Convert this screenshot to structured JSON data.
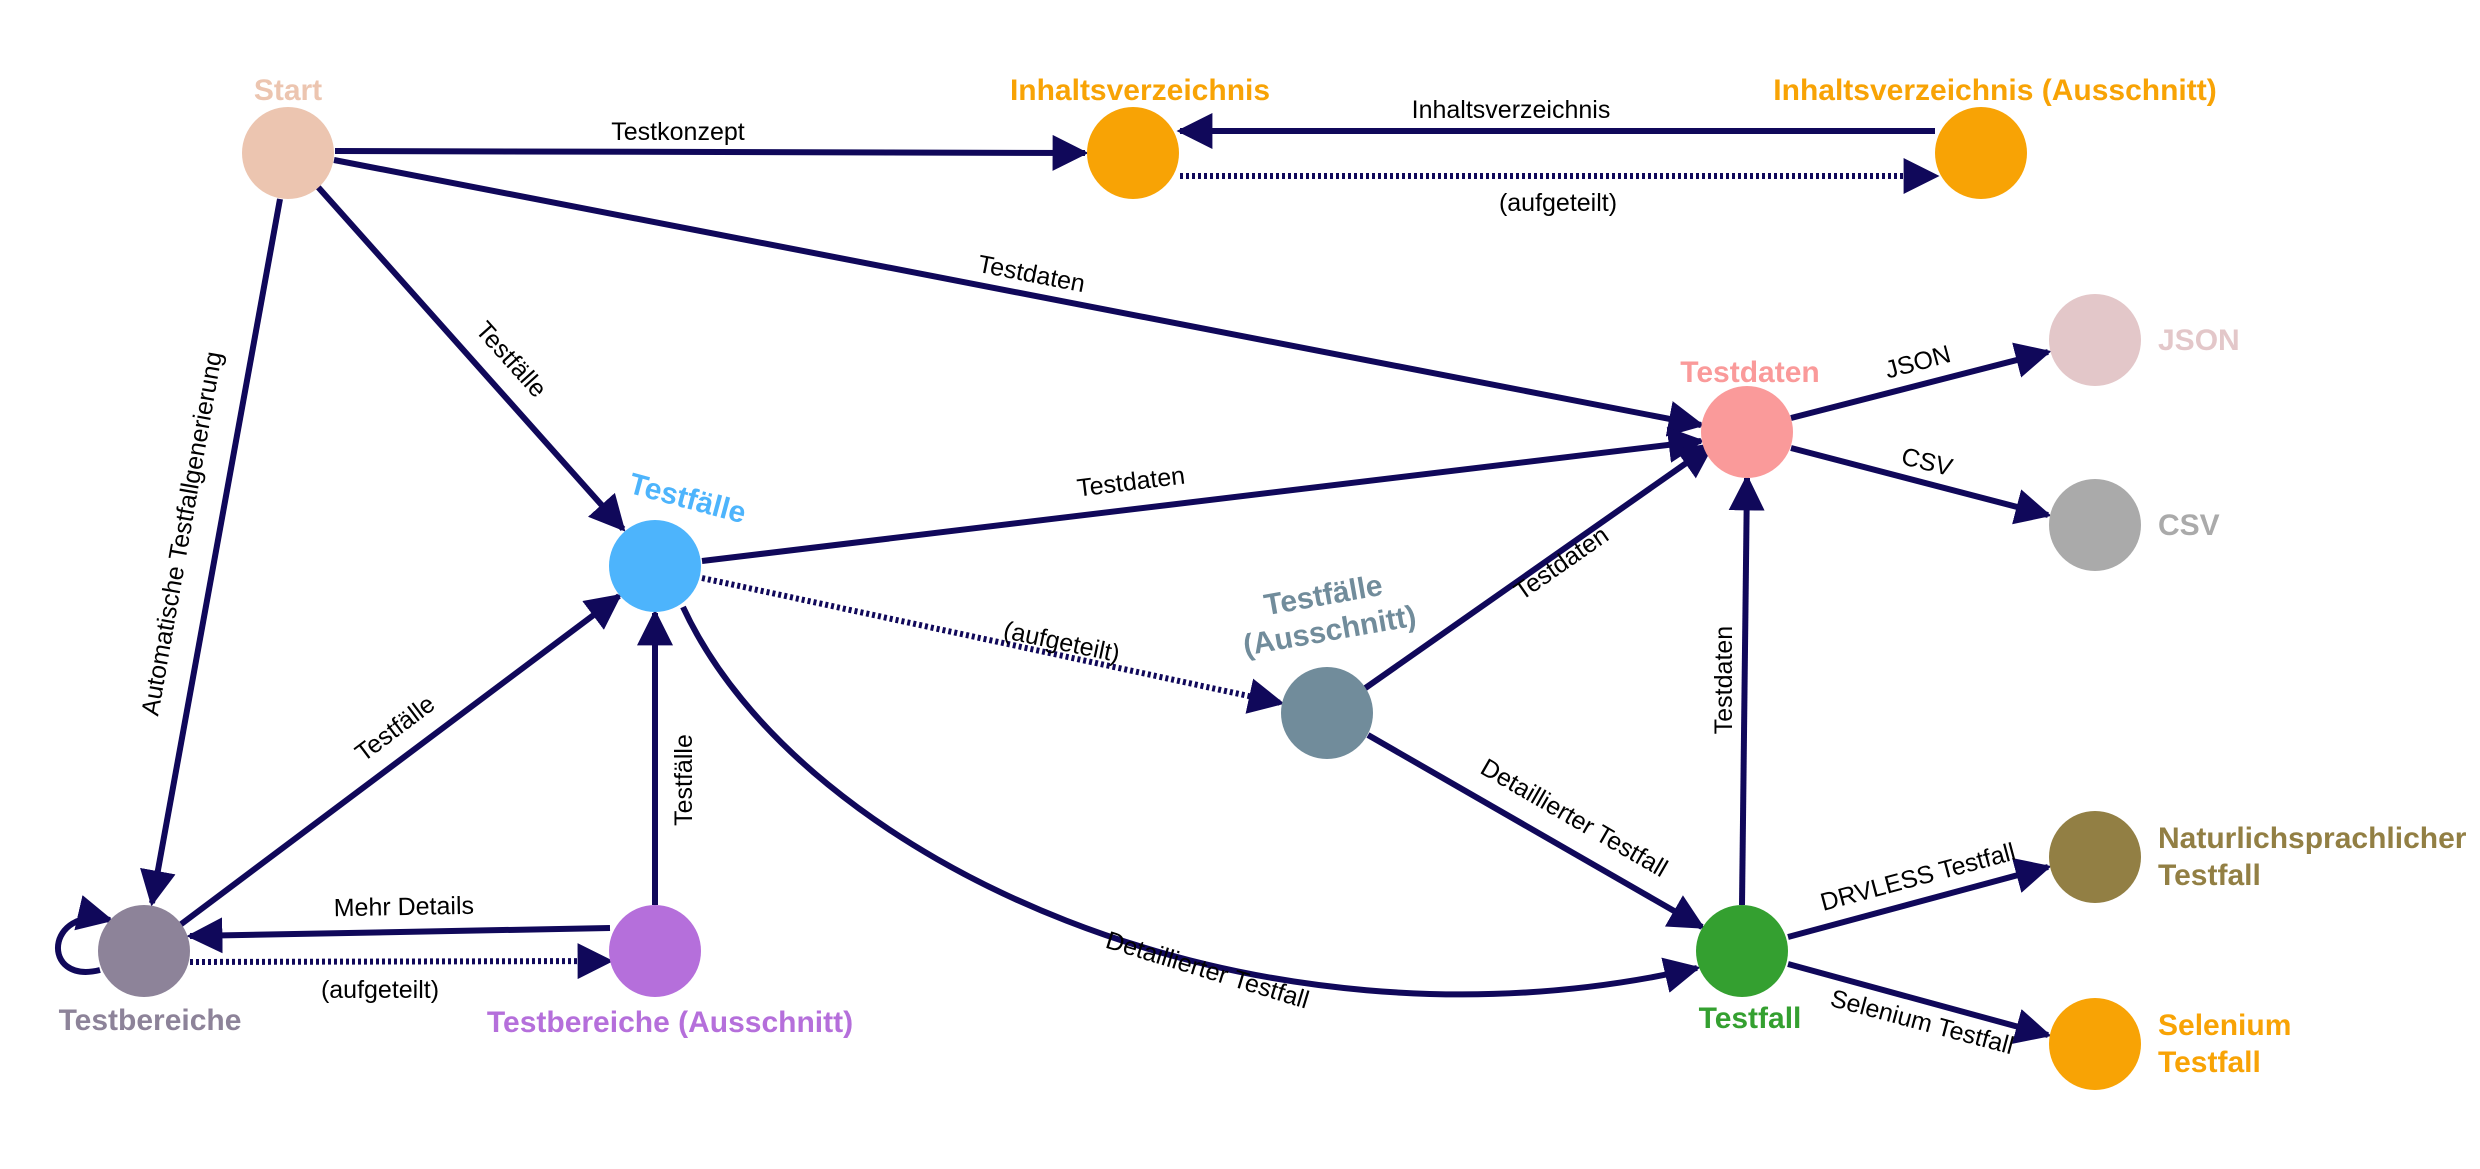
{
  "diagram": {
    "edge_color": "#10085a",
    "nodes": [
      {
        "id": "start",
        "label": [
          "Start"
        ],
        "color": "#ecc5b0"
      },
      {
        "id": "inhalt",
        "label": [
          "Inhaltsverzeichnis"
        ],
        "color": "#f8a305"
      },
      {
        "id": "inhalt_aus",
        "label": [
          "Inhaltsverzeichnis (Ausschnitt)"
        ],
        "color": "#f8a305"
      },
      {
        "id": "testdaten",
        "label": [
          "Testdaten"
        ],
        "color": "#fa9a9a"
      },
      {
        "id": "json",
        "label": [
          "JSON"
        ],
        "color": "#e3c7c9"
      },
      {
        "id": "csv",
        "label": [
          "CSV"
        ],
        "color": "#aaaaaa"
      },
      {
        "id": "testfaelle",
        "label": [
          "Testfälle"
        ],
        "color": "#4db4fc"
      },
      {
        "id": "testfaelle_aus",
        "label": [
          "Testfälle",
          "(Ausschnitt)"
        ],
        "color": "#718c9b"
      },
      {
        "id": "testbereiche",
        "label": [
          "Testbereiche"
        ],
        "color": "#8d8399"
      },
      {
        "id": "testbereiche_aus",
        "label": [
          "Testbereiche (Ausschnitt)"
        ],
        "color": "#b56fdb"
      },
      {
        "id": "testfall",
        "label": [
          "Testfall"
        ],
        "color": "#34a030"
      },
      {
        "id": "natur",
        "label": [
          "Naturlichsprachlicher",
          "Testfall"
        ],
        "color": "#927f44"
      },
      {
        "id": "selenium",
        "label": [
          "Selenium",
          "Testfall"
        ],
        "color": "#f8a305"
      }
    ],
    "edges": [
      {
        "from": "start",
        "to": "inhalt",
        "label": "Testkonzept",
        "style": "solid"
      },
      {
        "from": "inhalt_aus",
        "to": "inhalt",
        "label": "Inhaltsverzeichnis",
        "style": "solid"
      },
      {
        "from": "inhalt",
        "to": "inhalt_aus",
        "label": "(aufgeteilt)",
        "style": "dotted"
      },
      {
        "from": "start",
        "to": "testdaten",
        "label": "Testdaten",
        "style": "solid"
      },
      {
        "from": "start",
        "to": "testfaelle",
        "label": "Testfälle",
        "style": "solid"
      },
      {
        "from": "start",
        "to": "testbereiche",
        "label": "Automatische Testfallgenerierung",
        "style": "solid"
      },
      {
        "from": "testfaelle",
        "to": "testdaten",
        "label": "Testdaten",
        "style": "solid"
      },
      {
        "from": "testfaelle",
        "to": "testfaelle_aus",
        "label": "(aufgeteilt)",
        "style": "dotted"
      },
      {
        "from": "testfaelle",
        "to": "testfall",
        "label": "Detaillierter Testfall",
        "style": "solid"
      },
      {
        "from": "testbereiche",
        "to": "testfaelle",
        "label": "Testfälle",
        "style": "solid"
      },
      {
        "from": "testbereiche_aus",
        "to": "testfaelle",
        "label": "Testfälle",
        "style": "solid"
      },
      {
        "from": "testbereiche_aus",
        "to": "testbereiche",
        "label": "Mehr Details",
        "style": "solid"
      },
      {
        "from": "testbereiche",
        "to": "testbereiche_aus",
        "label": "(aufgeteilt)",
        "style": "dotted"
      },
      {
        "from": "testbereiche",
        "to": "testbereiche",
        "label": "",
        "style": "solid"
      },
      {
        "from": "testfaelle_aus",
        "to": "testdaten",
        "label": "Testdaten",
        "style": "solid"
      },
      {
        "from": "testfaelle_aus",
        "to": "testfall",
        "label": "Detaillierter Testfall",
        "style": "solid"
      },
      {
        "from": "testfall",
        "to": "testdaten",
        "label": "Testdaten",
        "style": "solid"
      },
      {
        "from": "testdaten",
        "to": "json",
        "label": "JSON",
        "style": "solid"
      },
      {
        "from": "testdaten",
        "to": "csv",
        "label": "CSV",
        "style": "solid"
      },
      {
        "from": "testfall",
        "to": "natur",
        "label": "DRVLESS Testfall",
        "style": "solid"
      },
      {
        "from": "testfall",
        "to": "selenium",
        "label": "Selenium Testfall",
        "style": "solid"
      }
    ]
  }
}
